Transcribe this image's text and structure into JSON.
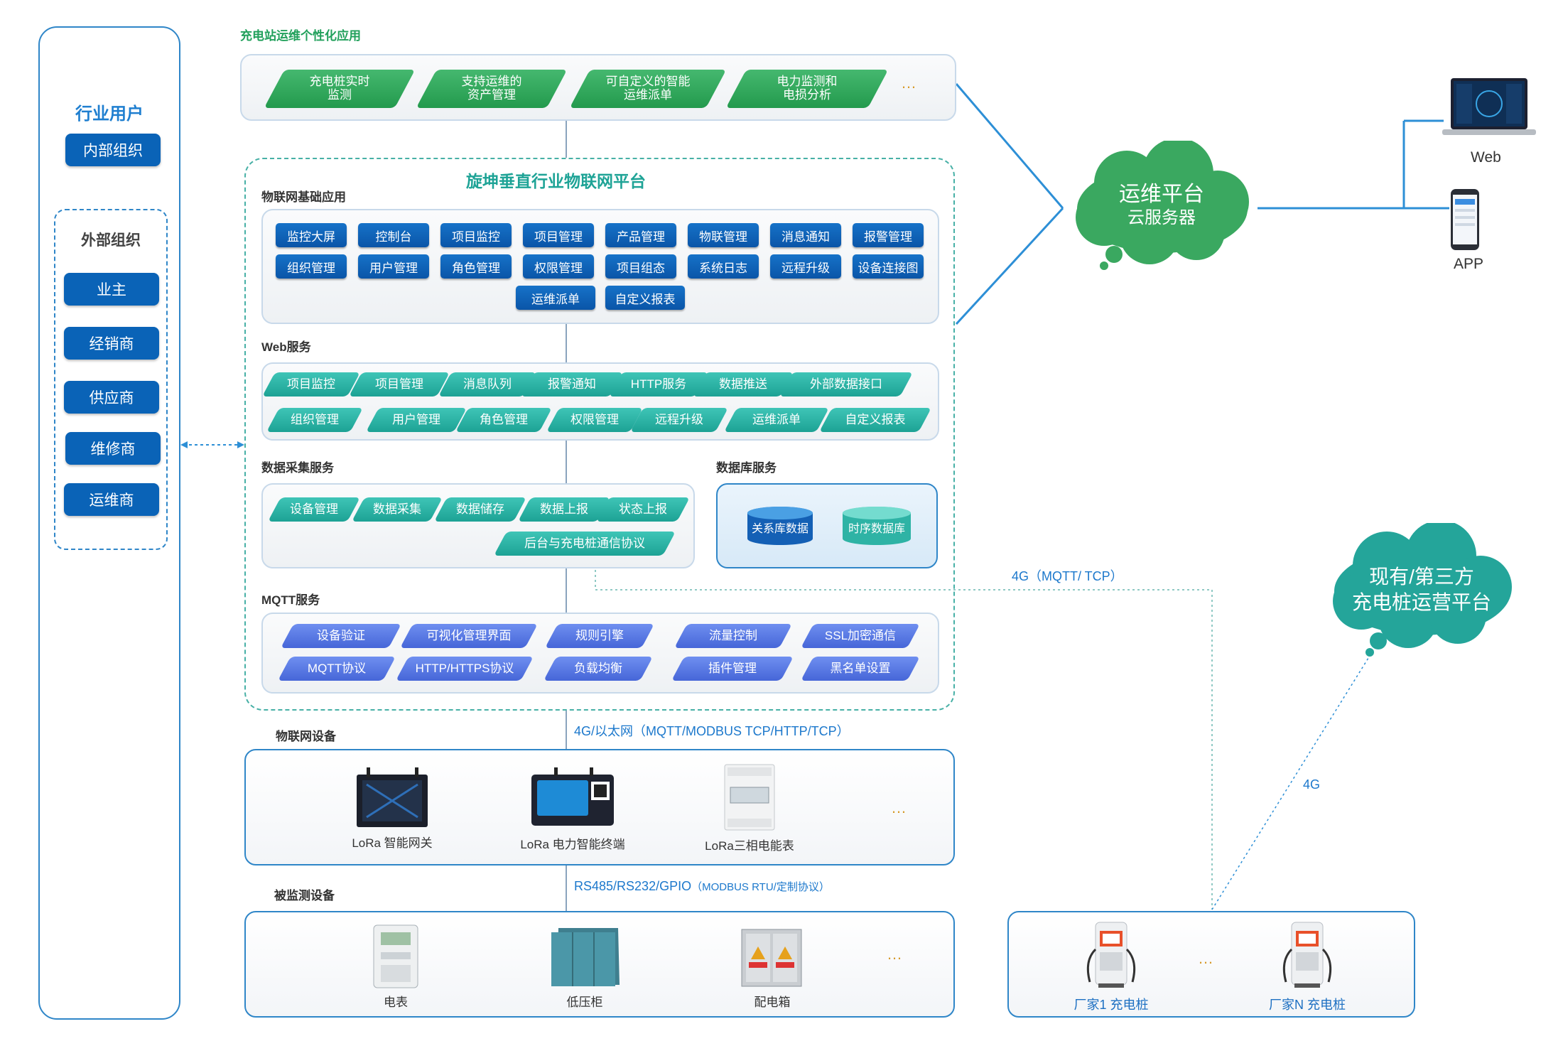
{
  "left": {
    "title": "行业用户",
    "internal": "内部组织",
    "external_title": "外部组织",
    "external_items": [
      "业主",
      "经销商",
      "供应商",
      "维修商",
      "运维商"
    ]
  },
  "app_section": {
    "title": "充电站运维个性化应用",
    "items": [
      "充电桩实时\n监测",
      "支持运维的\n资产管理",
      "可自定义的智能\n运维派单",
      "电力监测和\n电损分析"
    ],
    "more": "…"
  },
  "platform": {
    "title": "旋坤垂直行业物联网平台",
    "iot_basic": {
      "title": "物联网基础应用",
      "row1": [
        "监控大屏",
        "控制台",
        "项目监控",
        "项目管理",
        "产品管理",
        "物联管理",
        "消息通知",
        "报警管理"
      ],
      "row2": [
        "组织管理",
        "用户管理",
        "角色管理",
        "权限管理",
        "项目组态",
        "系统日志",
        "远程升级",
        "设备连接图"
      ],
      "row3": [
        "运维派单",
        "自定义报表"
      ]
    },
    "web": {
      "title": "Web服务",
      "row1": [
        "项目监控",
        "项目管理",
        "消息队列",
        "报警通知",
        "HTTP服务",
        "数据推送",
        "外部数据接口"
      ],
      "row2": [
        "组织管理",
        "用户管理",
        "角色管理",
        "权限管理",
        "远程升级",
        "运维派单",
        "自定义报表"
      ]
    },
    "collect": {
      "title": "数据采集服务",
      "row1": [
        "设备管理",
        "数据采集",
        "数据储存",
        "数据上报",
        "状态上报"
      ],
      "protocol": "后台与充电桩通信协议"
    },
    "db": {
      "title": "数据库服务",
      "items": [
        "关系库数据",
        "时序数据库"
      ]
    },
    "mqtt": {
      "title": "MQTT服务",
      "row1": [
        "设备验证",
        "可视化管理界面",
        "规则引擎",
        "流量控制",
        "SSL加密通信"
      ],
      "row2": [
        "MQTT协议",
        "HTTP/HTTPS协议",
        "负载均衡",
        "插件管理",
        "黑名单设置"
      ]
    }
  },
  "iot_devices": {
    "title": "物联网设备",
    "link": "4G/以太网（MQTT/MODBUS TCP/HTTP/TCP）",
    "items": [
      "LoRa 智能网关",
      "LoRa 电力智能终端",
      "LoRa三相电能表"
    ],
    "more": "…"
  },
  "monitored": {
    "title": "被监测设备",
    "link_main": "RS485/RS232/GPIO",
    "link_sub": "（MODBUS RTU/定制协议）",
    "items": [
      "电表",
      "低压柜",
      "配电箱"
    ],
    "more": "…"
  },
  "cloud_main": {
    "line1": "运维平台",
    "line2": "云服务器"
  },
  "cloud_third": {
    "line1": "现有/第三方",
    "line2": "充电桩运营平台"
  },
  "clients": [
    "Web",
    "APP"
  ],
  "links": {
    "mqtt_tcp": "4G（MQTT/ TCP）",
    "g4": "4G"
  },
  "chargers": {
    "items": [
      "厂家1 充电桩",
      "厂家N 充电桩"
    ],
    "more": "…"
  }
}
